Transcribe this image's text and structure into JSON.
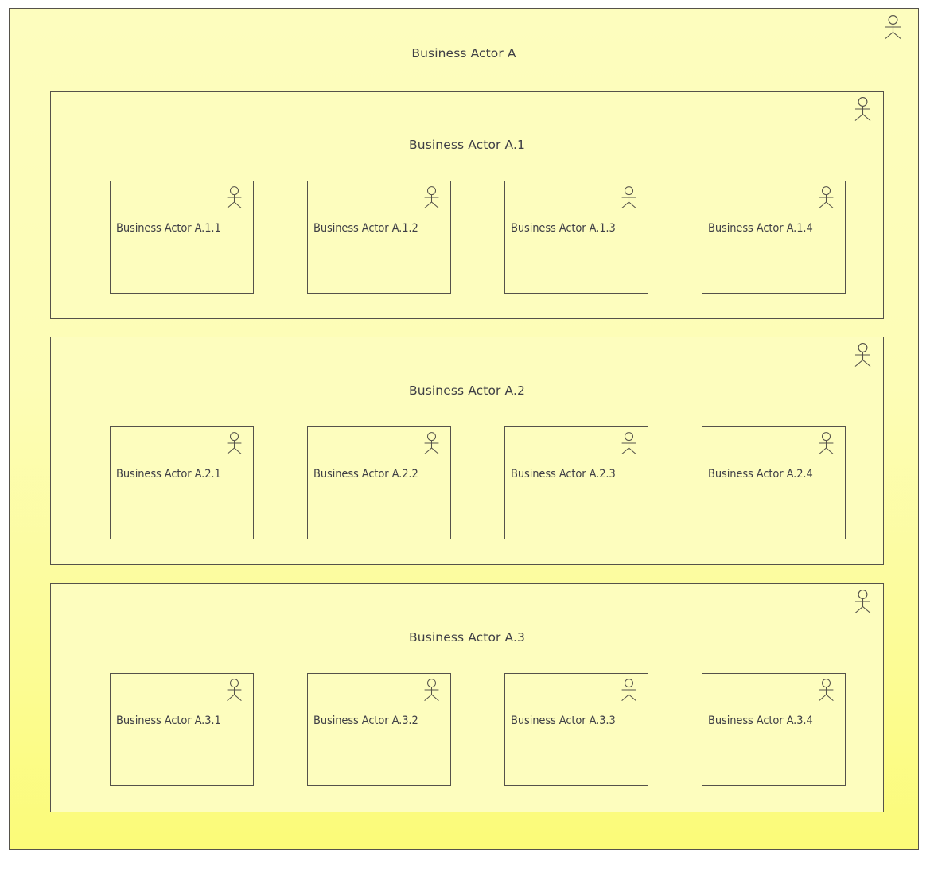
{
  "diagram": {
    "type": "archimate-business-actor-nesting",
    "icon_name": "business-actor-icon",
    "colors": {
      "border": "#55524a",
      "text": "#3f3f46",
      "panel_fill": "#fdfdbe",
      "root_fill_top": "#fdfdbe",
      "root_fill_bottom": "#fbfb78"
    },
    "root": {
      "label": "Business Actor A",
      "groups": [
        {
          "label": "Business Actor A.1",
          "actors": [
            {
              "label": "Business Actor A.1.1"
            },
            {
              "label": "Business Actor A.1.2"
            },
            {
              "label": "Business Actor A.1.3"
            },
            {
              "label": "Business Actor A.1.4"
            }
          ]
        },
        {
          "label": "Business Actor A.2",
          "actors": [
            {
              "label": "Business Actor A.2.1"
            },
            {
              "label": "Business Actor A.2.2"
            },
            {
              "label": "Business Actor A.2.3"
            },
            {
              "label": "Business Actor A.2.4"
            }
          ]
        },
        {
          "label": "Business Actor A.3",
          "actors": [
            {
              "label": "Business Actor A.3.1"
            },
            {
              "label": "Business Actor A.3.2"
            },
            {
              "label": "Business Actor A.3.3"
            },
            {
              "label": "Business Actor A.3.4"
            }
          ]
        }
      ]
    }
  }
}
